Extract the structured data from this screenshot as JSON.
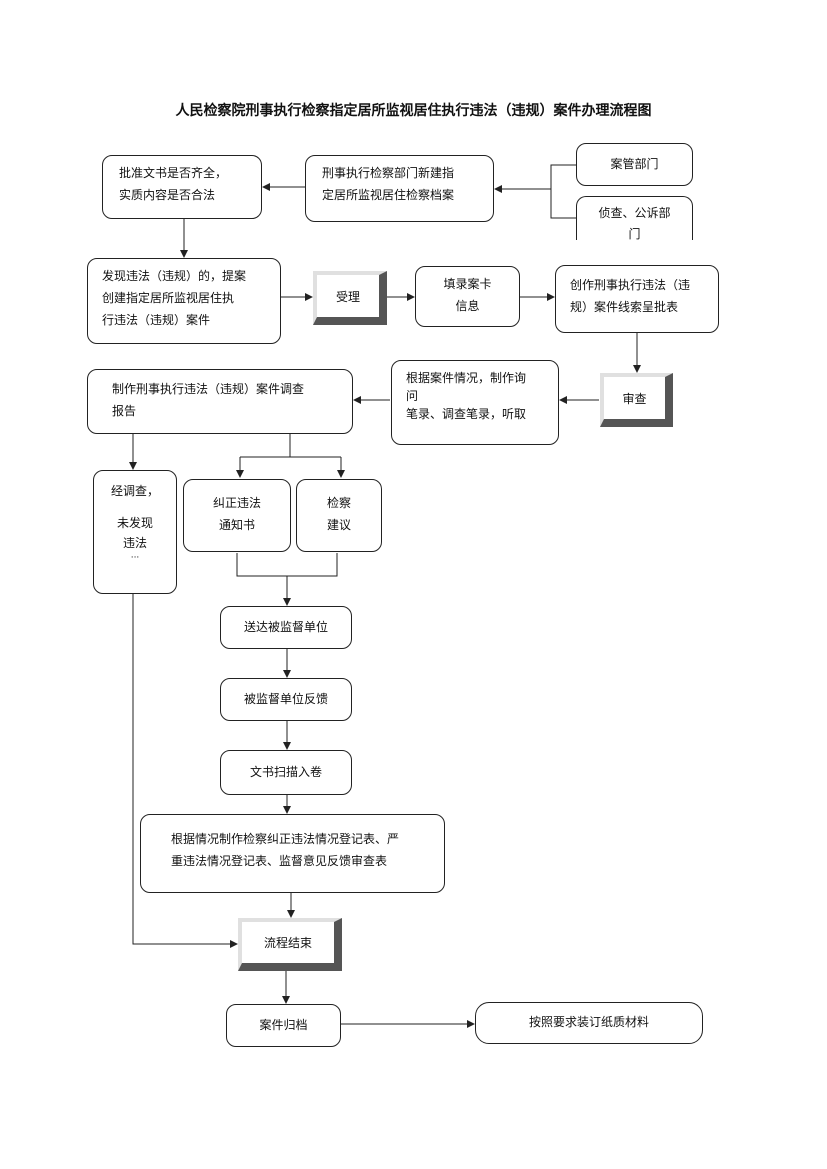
{
  "title": "人民检察院刑事执行检察指定居所监视居住执行违法（违规）案件办理流程图",
  "nodes": {
    "approve_docs": [
      "批准文书是否齐全，",
      "实质内容是否合法"
    ],
    "new_archive": [
      "刑事执行检察部门新建指",
      "定居所监视居住检察档案"
    ],
    "case_mgmt": [
      "案管部门"
    ],
    "investigation": [
      "侦查、公诉部",
      "门"
    ],
    "found_violation": [
      "发现违法（违规）的，提案",
      "创建指定居所监视居住执",
      "行违法（违规）案件"
    ],
    "accept": "受理",
    "fill_card": [
      "填录案卡",
      "信息"
    ],
    "create_clue": [
      "创作刑事执行违法（违",
      "规）案件线索呈批表"
    ],
    "review": "审查",
    "inquiry": [
      "根据案件情况，制作询",
      "问",
      "笔录、调查笔录，听取"
    ],
    "report": [
      "制作刑事执行违法（违规）案件调查",
      "报告"
    ],
    "no_violation": [
      "经调查，",
      "",
      "未发现",
      "违法",
      "···"
    ],
    "correction_notice": [
      "纠正违法",
      "通知书"
    ],
    "procuratorial_advice": [
      "检察",
      "建议"
    ],
    "deliver": "送达被监督单位",
    "feedback": "被监督单位反馈",
    "scan": "文书扫描入卷",
    "registers": [
      "根据情况制作检察纠正违法情况登记表、严",
      "重违法情况登记表、监督意见反馈审查表"
    ],
    "end": "流程结束",
    "archive": "案件归档",
    "bind": "按照要求装订纸质材料"
  }
}
